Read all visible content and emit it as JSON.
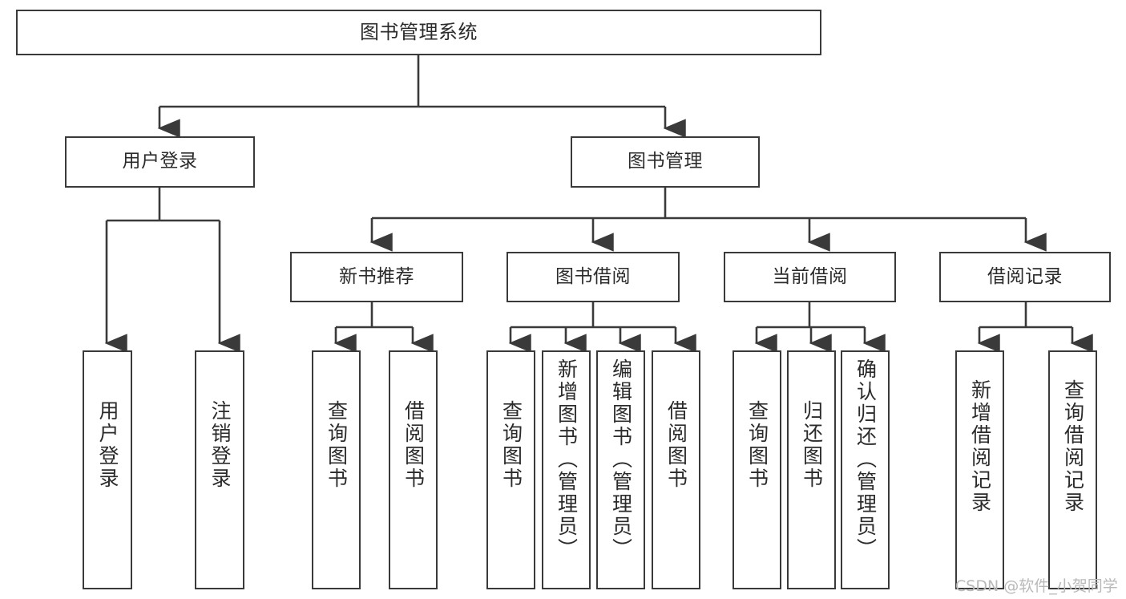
{
  "diagram": {
    "title": "图书管理系统",
    "type": "hierarchy-tree",
    "watermark": "CSDN @软件_小贺同学",
    "colors": {
      "box_border": "#3a3a3a",
      "box_fill": "#ffffff",
      "edge": "#3a3a3a",
      "text": "#2b2b2b",
      "watermark": "#b9b9b9",
      "background": "#ffffff"
    },
    "nodes": {
      "root": {
        "label": "图书管理系统"
      },
      "level2": [
        {
          "id": "user-login",
          "label": "用户登录"
        },
        {
          "id": "book-management",
          "label": "图书管理"
        }
      ],
      "level3": [
        {
          "id": "new-book-recommend",
          "label": "新书推荐"
        },
        {
          "id": "book-borrow",
          "label": "图书借阅"
        },
        {
          "id": "current-borrow",
          "label": "当前借阅"
        },
        {
          "id": "borrow-record",
          "label": "借阅记录"
        }
      ],
      "leaves": {
        "user_login": [
          {
            "id": "leaf-user-login",
            "label": "用户登录"
          },
          {
            "id": "leaf-logout-login",
            "label": "注销登录"
          }
        ],
        "new_book_recommend": [
          {
            "id": "leaf-query-book-1",
            "label": "查询图书"
          },
          {
            "id": "leaf-borrow-book-1",
            "label": "借阅图书"
          }
        ],
        "book_borrow": [
          {
            "id": "leaf-query-book-2",
            "label": "查询图书"
          },
          {
            "id": "leaf-add-book",
            "label": "新增图书（管理员）"
          },
          {
            "id": "leaf-edit-book",
            "label": "编辑图书（管理员）"
          },
          {
            "id": "leaf-borrow-book-2",
            "label": "借阅图书"
          }
        ],
        "current_borrow": [
          {
            "id": "leaf-query-book-3",
            "label": "查询图书"
          },
          {
            "id": "leaf-return-book",
            "label": "归还图书"
          },
          {
            "id": "leaf-confirm-return",
            "label": "确认归还（管理员）"
          }
        ],
        "borrow_record": [
          {
            "id": "leaf-add-record",
            "label": "新增借阅记录"
          },
          {
            "id": "leaf-query-record",
            "label": "查询借阅记录"
          }
        ]
      }
    }
  }
}
